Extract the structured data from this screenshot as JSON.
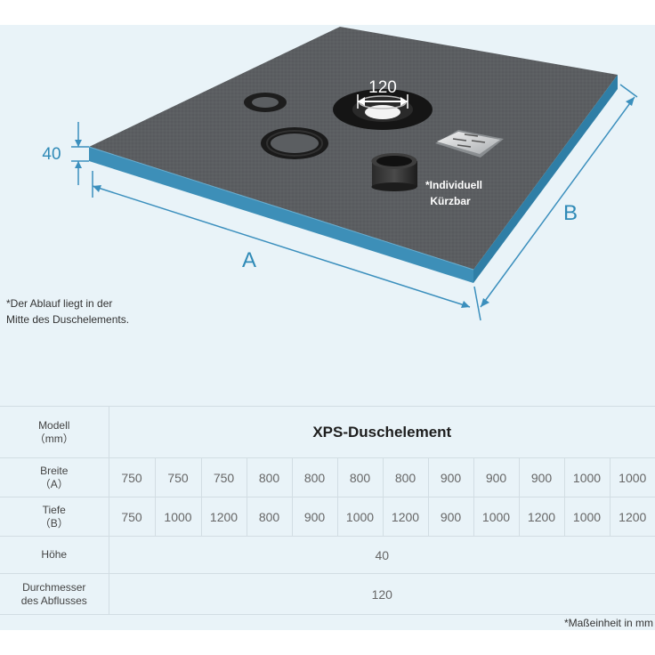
{
  "diagram": {
    "height_label": "40",
    "drain_label": "120",
    "length_label": "A",
    "width_label": "B",
    "cut_note_line1": "*Individuell",
    "cut_note_line2": "Kürzbar",
    "colors": {
      "board_top": "#5b5e61",
      "board_edge_blue": "#3d8fb8",
      "dimension_lines": "#3b8fbd",
      "background": "#e9f3f8"
    }
  },
  "drain_note": {
    "line1": "*Der Ablauf liegt in der",
    "line2": "Mitte des Duschelements."
  },
  "table": {
    "header": {
      "label_line1": "Modell",
      "label_line2": "（mm）",
      "title": "XPS-Duschelement"
    },
    "rows": [
      {
        "label_line1": "Breite",
        "label_line2": "（A）",
        "values": [
          "750",
          "750",
          "750",
          "800",
          "800",
          "800",
          "800",
          "900",
          "900",
          "900",
          "1000",
          "1000"
        ]
      },
      {
        "label_line1": "Tiefe",
        "label_line2": "（B）",
        "values": [
          "750",
          "1000",
          "1200",
          "800",
          "900",
          "1000",
          "1200",
          "900",
          "1000",
          "1200",
          "1000",
          "1200"
        ]
      }
    ],
    "height_row": {
      "label": "Höhe",
      "value": "40"
    },
    "drain_row": {
      "label_line1": "Durchmesser",
      "label_line2": "des Abflusses",
      "value": "120"
    }
  },
  "unit_note": "*Maßeinheit in mm"
}
